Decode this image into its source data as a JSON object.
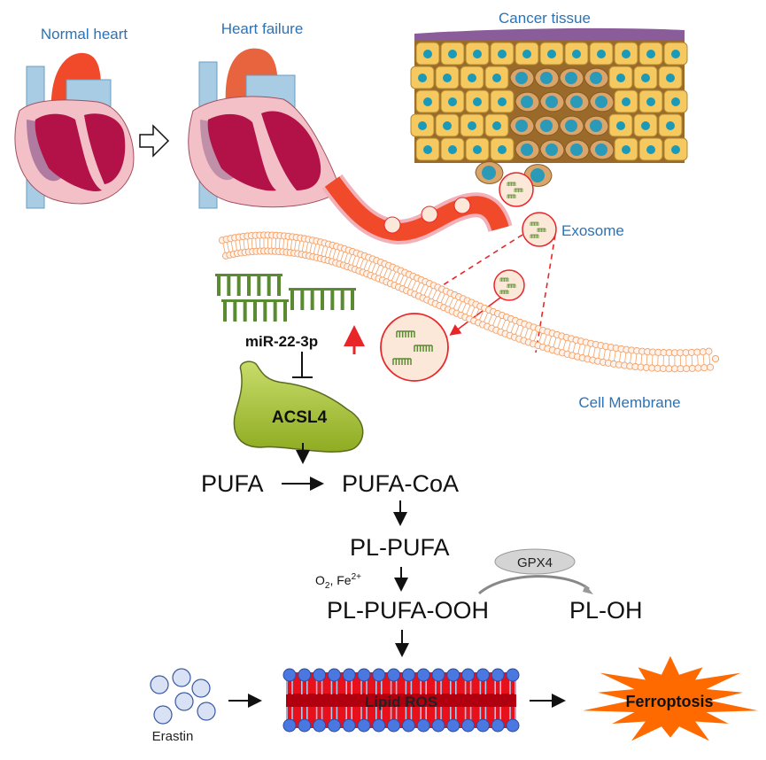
{
  "labels": {
    "normal_heart": "Normal heart",
    "heart_failure": "Heart failure",
    "cancer_tissue": "Cancer tissue",
    "exosome": "Exosome",
    "cell_membrane": "Cell Membrane",
    "mirna": "miR-22-3p",
    "acsl4": "ACSL4",
    "gpx4": "GPX4",
    "erastin": "Erastin",
    "lipid_ros": "Lipid ROS",
    "ferroptosis": "Ferroptosis",
    "cofactor_o2": "O",
    "cofactor_o2_sub": "2",
    "cofactor_fe": ", Fe",
    "cofactor_fe_sup": "2+"
  },
  "pathway": {
    "pufa": "PUFA",
    "pufa_coa": "PUFA-CoA",
    "pl_pufa": "PL-PUFA",
    "pl_pufa_ooh": "PL-PUFA-OOH",
    "pl_oh": "PL-OH"
  },
  "colors": {
    "label_blue": "#2a73b8",
    "exosome_red": "#e8262a",
    "mirna_green": "#5a8a32",
    "acsl4_green": "#a8c43c",
    "ferroptosis_orange": "#ff6a00",
    "membrane_orange": "#f5a064",
    "lipid_red": "#e8101a",
    "lipid_head_blue": "#4a78e0"
  },
  "indicators": {
    "mirna_trend": "up"
  }
}
